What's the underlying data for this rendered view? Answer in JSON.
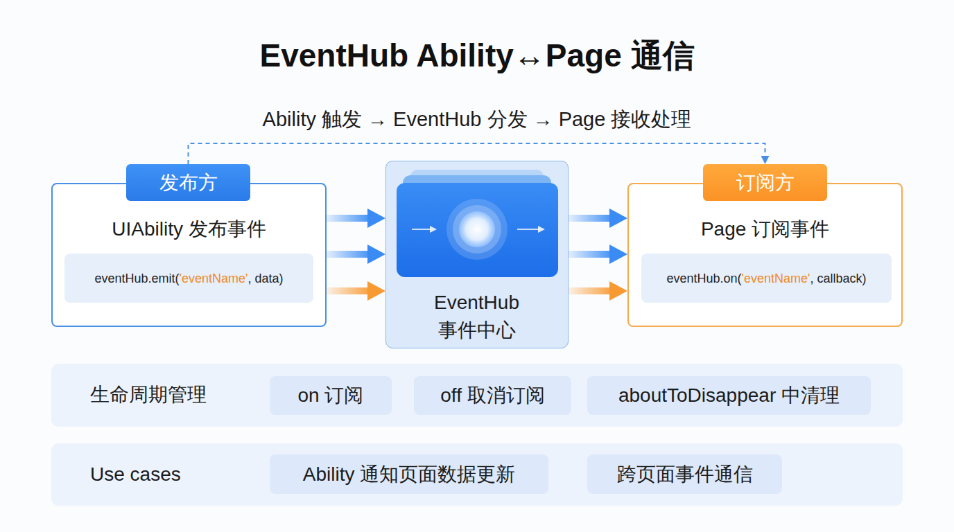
{
  "diagram": {
    "title": "EventHub Ability↔Page 通信",
    "nodes": [
      {
        "text": [
          "UIAbility 发布事件"
        ]
      },
      {
        "text": [
          "发布方"
        ],
        "in": 0
      },
      {
        "text": [
          "eventHub.emit('eventName', data)"
        ],
        "in": 0
      },
      {
        "text": [
          "EventHub 事件中心"
        ]
      },
      {
        "text": [
          "Page 订阅事件"
        ]
      },
      {
        "text": [
          "订阅方"
        ],
        "in": 4
      },
      {
        "text": [
          "eventHub.on('eventName', callback)"
        ],
        "in": 4
      },
      {
        "text": [
          "生命周期管理"
        ]
      },
      {
        "text": [
          "on 订阅"
        ],
        "in": 7
      },
      {
        "text": [
          "off 取消订阅"
        ],
        "in": 7
      },
      {
        "text": [
          "aboutToDisappear 中清理"
        ],
        "in": 7
      },
      {
        "text": [
          "Use cases"
        ]
      },
      {
        "text": [
          "Ability 通知页面数据更新"
        ],
        "in": 11
      },
      {
        "text": [
          "跨页面事件通信"
        ],
        "in": 11
      }
    ],
    "edges": [
      {
        "from": 0,
        "to": 3,
        "arrow": "to"
      },
      {
        "from": 0,
        "to": 3,
        "arrow": "to"
      },
      {
        "from": 0,
        "to": 3,
        "arrow": "to"
      },
      {
        "from": 3,
        "to": 4,
        "arrow": "to"
      },
      {
        "from": 3,
        "to": 4,
        "arrow": "to"
      },
      {
        "from": 3,
        "to": 4,
        "arrow": "to"
      },
      {
        "from": 1,
        "to": 5,
        "arrow": "to"
      }
    ],
    "labels": [
      "Ability 触发 → EventHub 分发 → Page 接收处理"
    ]
  }
}
